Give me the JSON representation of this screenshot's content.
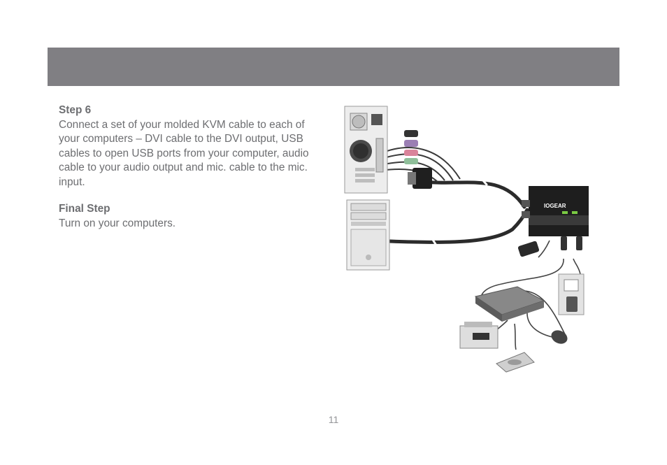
{
  "steps": [
    {
      "title": "Step 6",
      "body": "Connect a set of your molded KVM cable to each of your computers – DVI cable to the DVI output, USB cables to open USB ports from your computer, audio cable to your audio output and mic. cable to the mic. input."
    },
    {
      "title": "Final Step",
      "body": "Turn on your computers."
    }
  ],
  "illustration": {
    "brand_logo": "IOGEAR"
  },
  "page_number": "11",
  "colors": {
    "header_bar": "#807f83",
    "body_text": "#6d6e71",
    "page_number": "#939598"
  }
}
